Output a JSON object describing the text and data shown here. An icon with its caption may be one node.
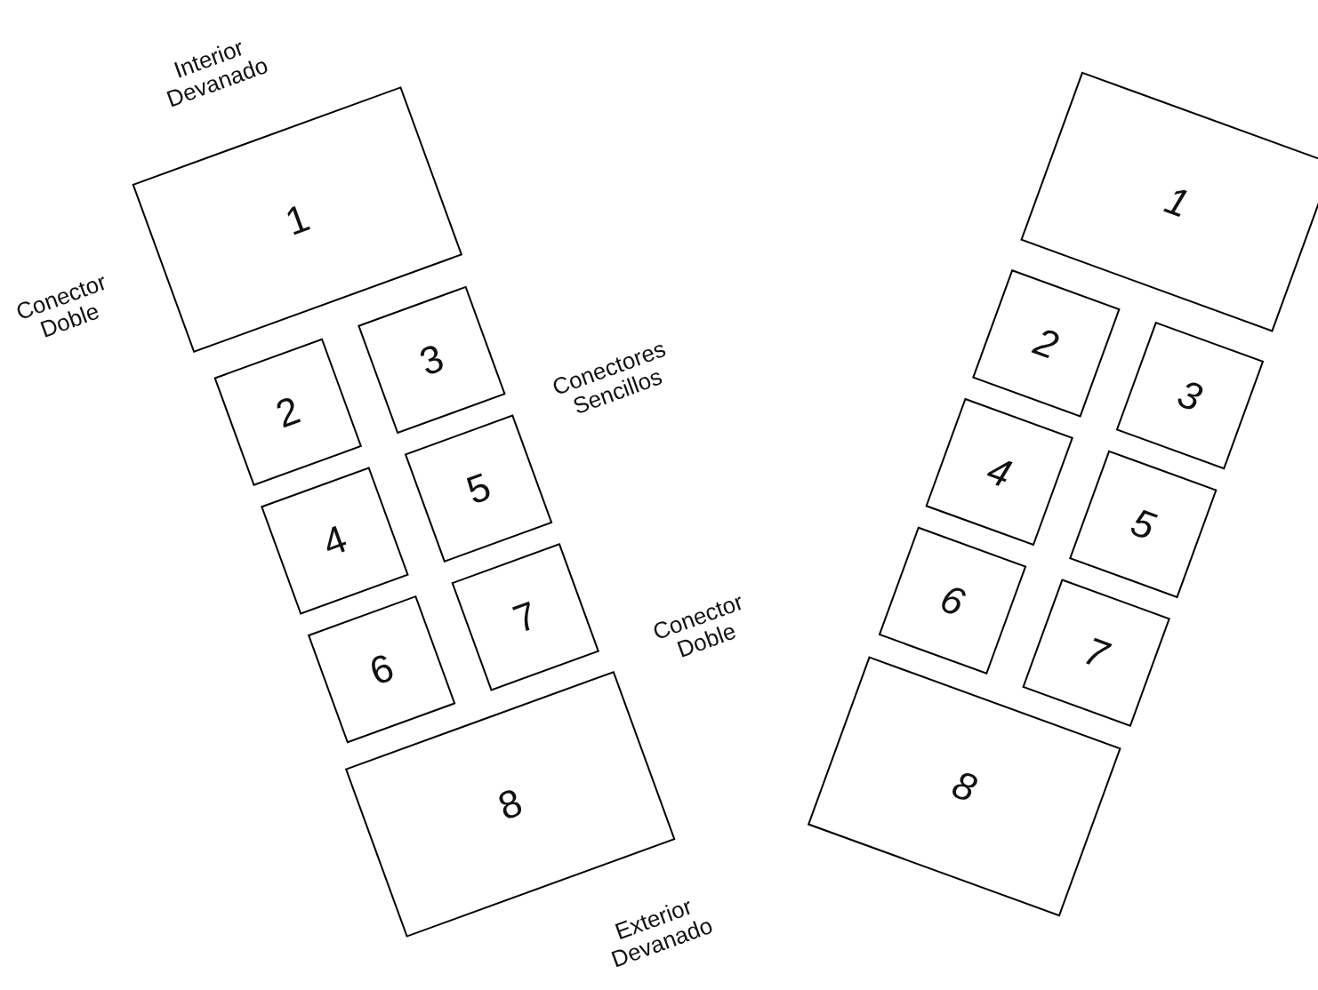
{
  "diagram": {
    "nodes": [
      {
        "text": [
          "1"
        ]
      },
      {
        "text": [
          "3"
        ]
      },
      {
        "text": [
          "2"
        ]
      },
      {
        "text": [
          "5"
        ]
      },
      {
        "text": [
          "4"
        ]
      },
      {
        "text": [
          "7"
        ]
      },
      {
        "text": [
          "6"
        ]
      },
      {
        "text": [
          "8"
        ]
      },
      {
        "text": [
          "1"
        ]
      },
      {
        "text": [
          "2"
        ]
      },
      {
        "text": [
          "3"
        ]
      },
      {
        "text": [
          "4"
        ]
      },
      {
        "text": [
          "5"
        ]
      },
      {
        "text": [
          "6"
        ]
      },
      {
        "text": [
          "7"
        ]
      },
      {
        "text": [
          "8"
        ]
      }
    ],
    "labels": [
      "Interior Devanado",
      "Conector Doble",
      "Conectores Sencillos",
      "Conector Doble",
      "Exterior Devanado"
    ]
  }
}
